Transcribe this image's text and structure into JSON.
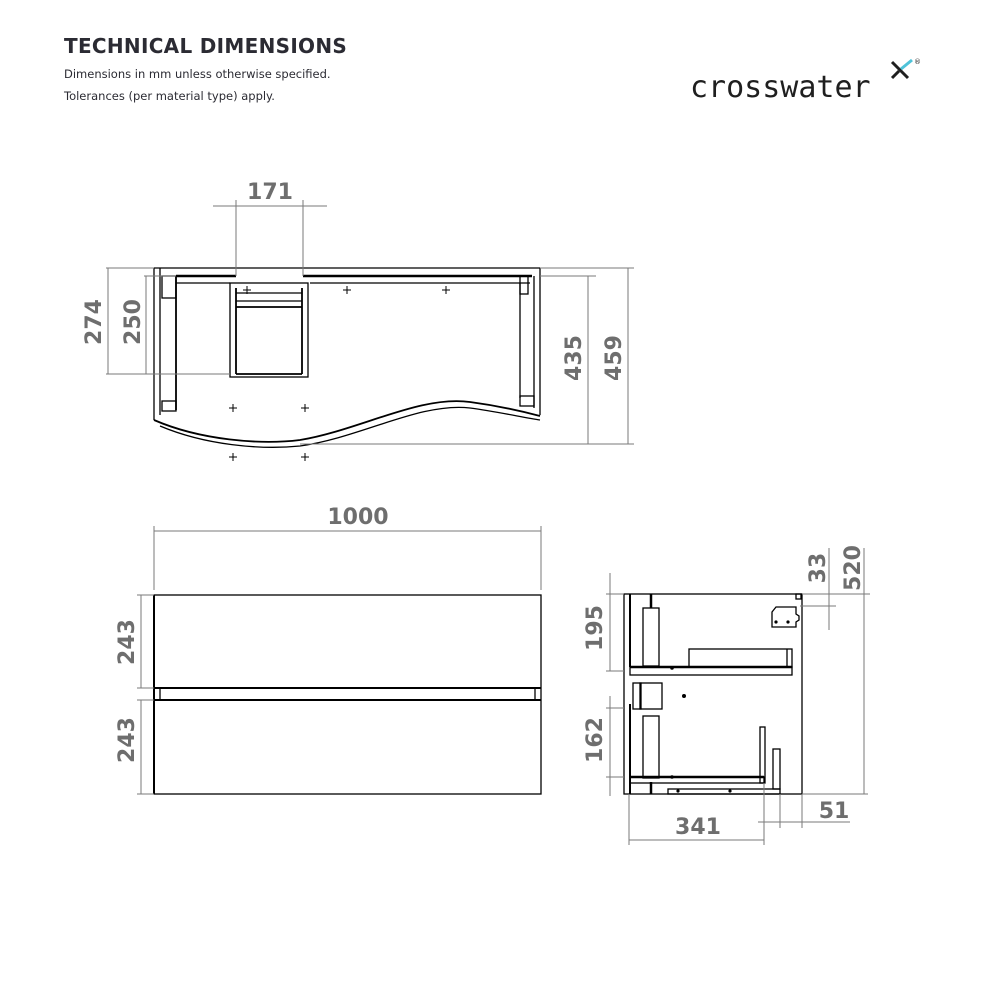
{
  "header": {
    "title": "TECHNICAL DIMENSIONS",
    "subtitle_line1": "Dimensions in mm unless otherwise specified.",
    "subtitle_line2": "Tolerances (per material type) apply."
  },
  "brand": {
    "name": "crosswater",
    "mark": "x",
    "registered": "®",
    "accent_color": "#4fc3d9"
  },
  "top_view": {
    "dimensions": {
      "basin_width": "171",
      "overall_depth_left": "274",
      "basin_depth": "250",
      "inner_depth_right": "435",
      "overall_depth_right": "459"
    }
  },
  "front_view": {
    "dimensions": {
      "width": "1000",
      "drawer_top_height": "243",
      "drawer_bottom_height": "243"
    }
  },
  "side_view": {
    "dimensions": {
      "top_drawer_height": "195",
      "bottom_drawer_height": "162",
      "top_offset": "33",
      "overall_height": "520",
      "drawer_depth": "341",
      "front_gap": "51"
    }
  },
  "colors": {
    "line": "#000000",
    "dimension_line": "#7a7a7a",
    "dimension_text": "#6e6e6e",
    "title_text": "#2b2b33"
  }
}
